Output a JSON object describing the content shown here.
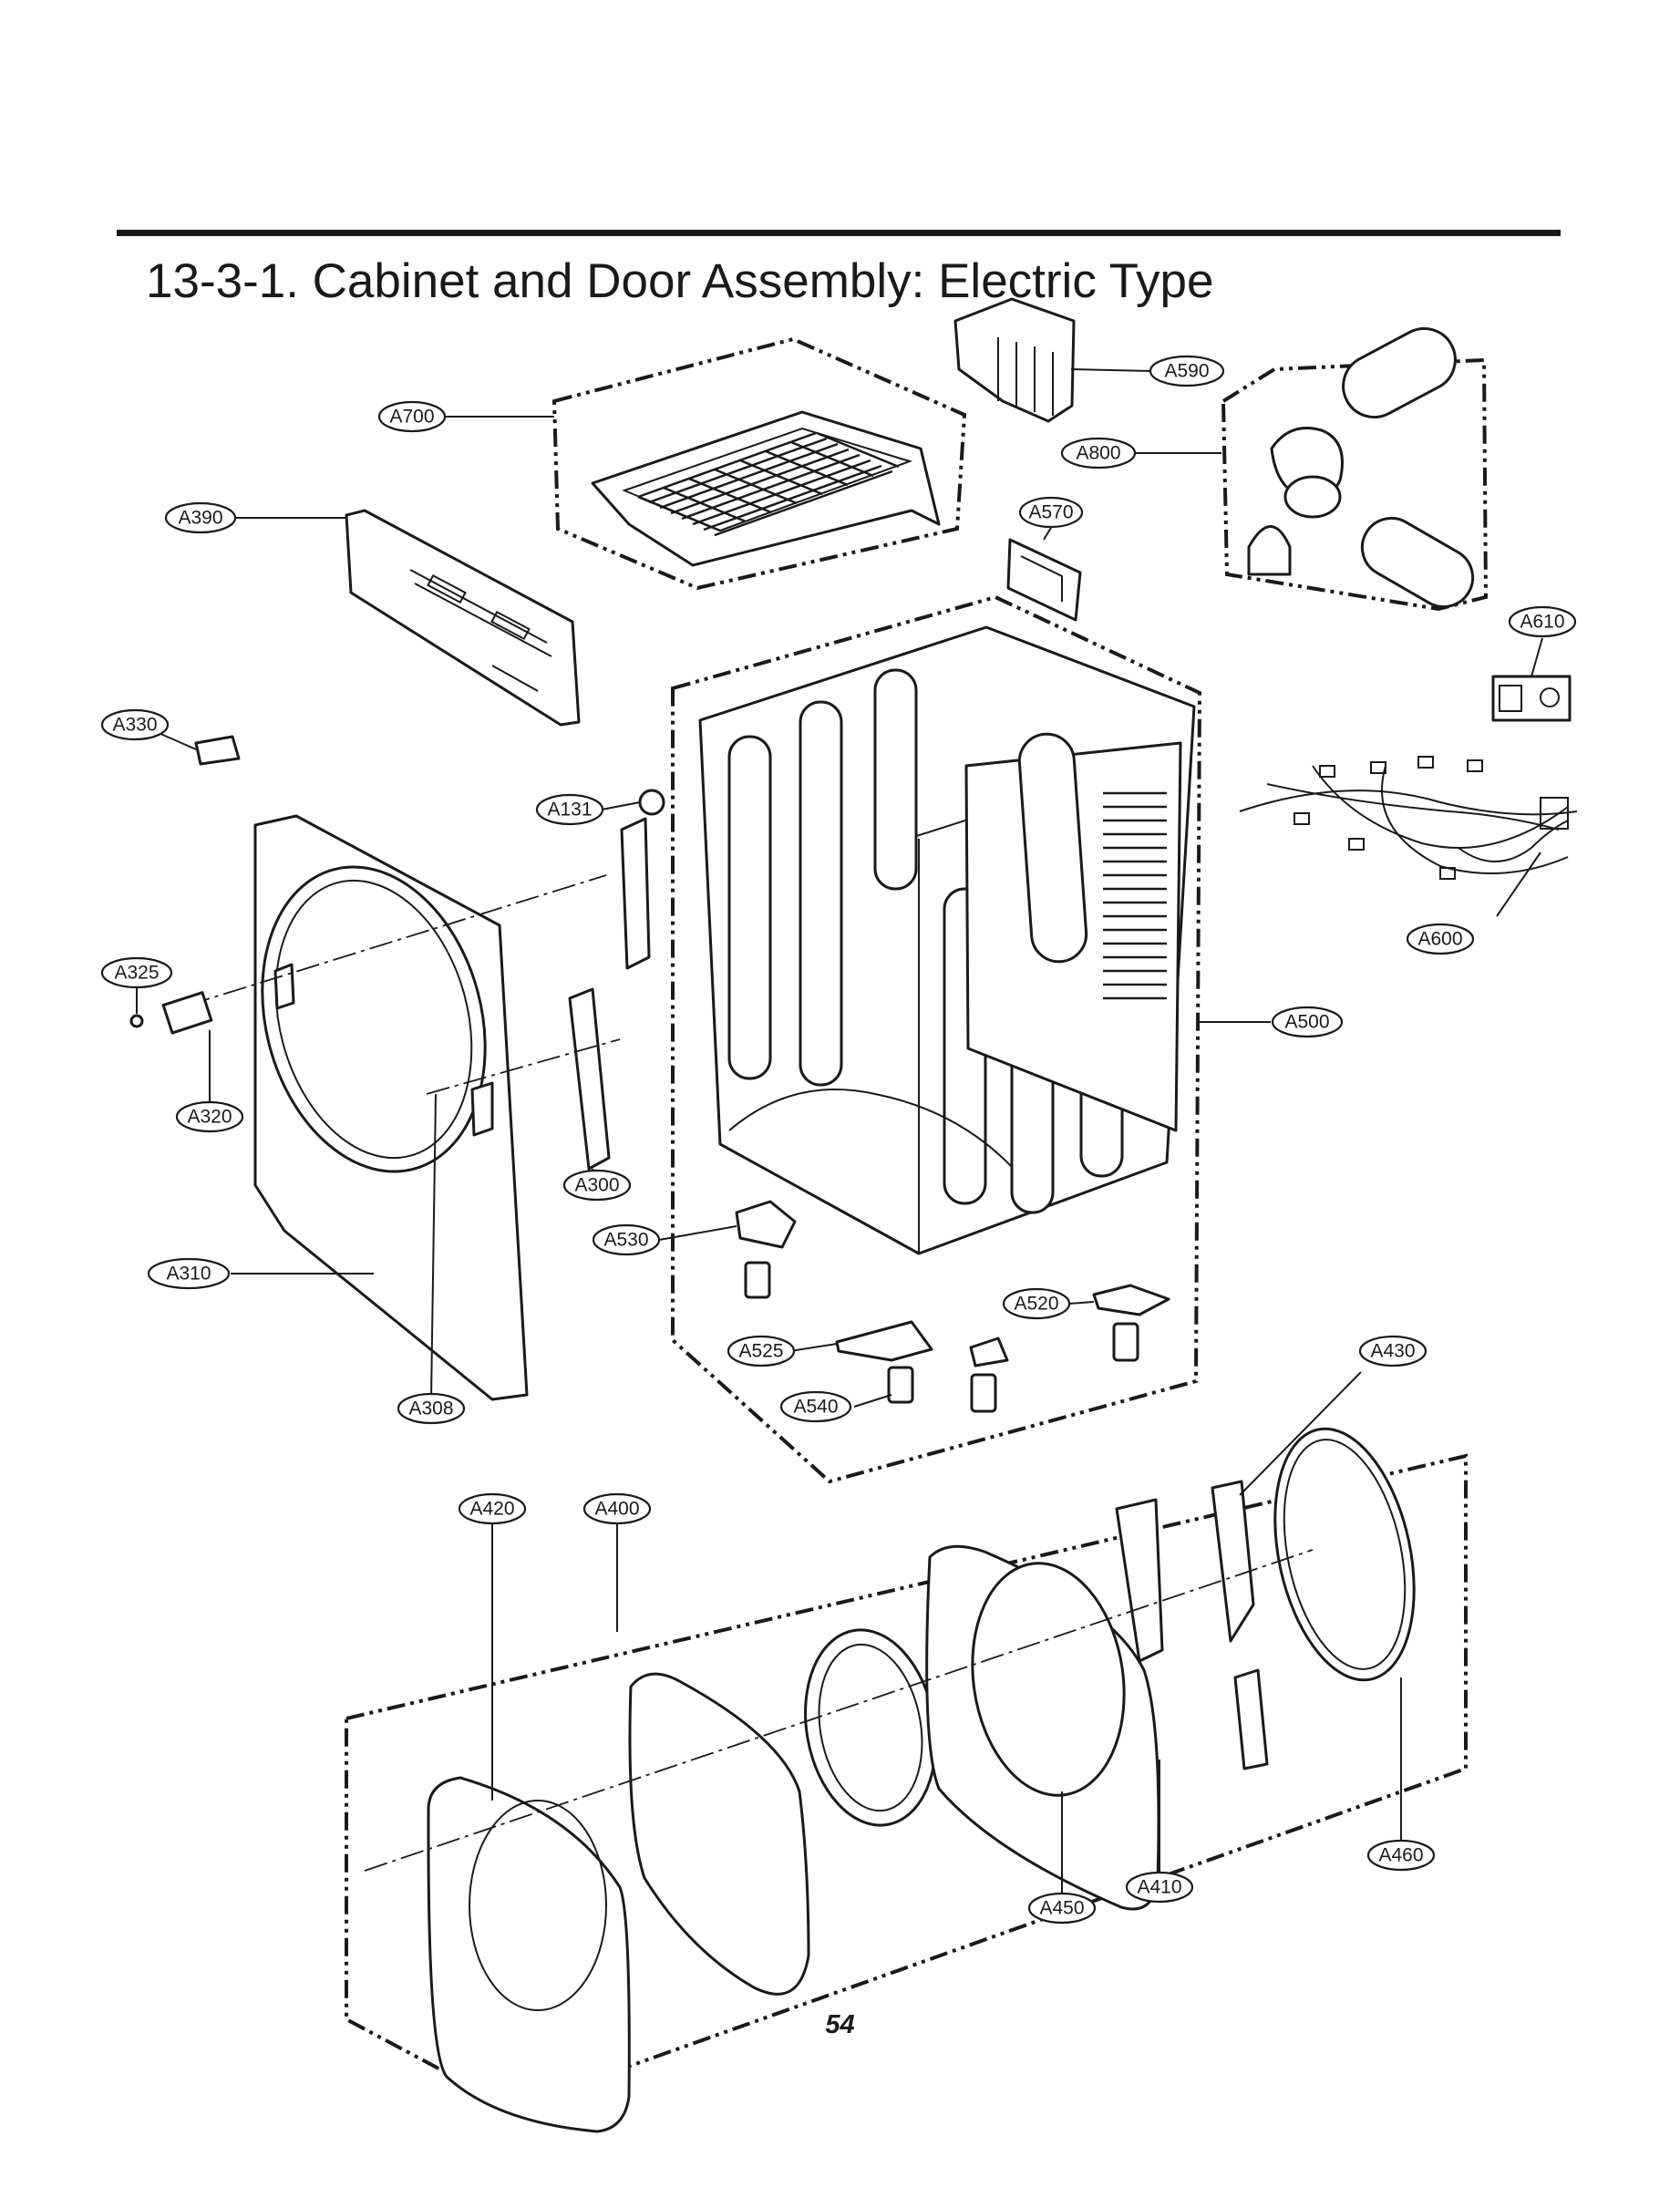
{
  "page": {
    "title": "13-3-1. Cabinet and Door Assembly: Electric Type",
    "page_number": "54"
  },
  "labels": {
    "A590": "A590",
    "A700": "A700",
    "A800": "A800",
    "A390": "A390",
    "A570": "A570",
    "A610": "A610",
    "A330": "A330",
    "A131": "A131",
    "A600": "A600",
    "A325": "A325",
    "A500": "A500",
    "A320": "A320",
    "A300": "A300",
    "A530": "A530",
    "A310": "A310",
    "A520": "A520",
    "A430": "A430",
    "A525": "A525",
    "A308": "A308",
    "A540": "A540",
    "A420": "A420",
    "A400": "A400",
    "A460": "A460",
    "A410": "A410",
    "A450": "A450"
  }
}
